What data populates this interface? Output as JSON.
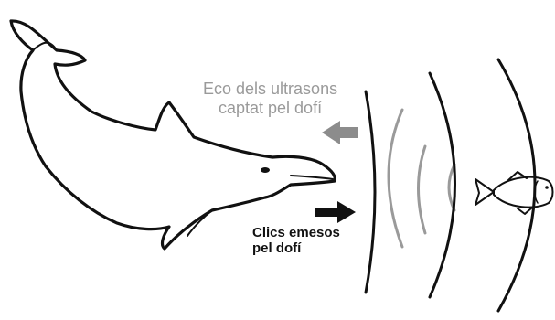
{
  "labels": {
    "echo_line1": "Eco dels ultrasons",
    "echo_line2": "captat pel dofí",
    "clicks_line1": "Clics emesos",
    "clicks_line2": "pel dofí"
  },
  "colors": {
    "outline": "#111111",
    "echo_text": "#9a9a9a",
    "echo_arrow": "#8c8c8c",
    "echo_wave": "#9a9a9a",
    "click_arrow": "#111111",
    "click_wave": "#111111"
  },
  "icons": {
    "dolphin": "dolphin-icon",
    "fish": "fish-icon"
  }
}
